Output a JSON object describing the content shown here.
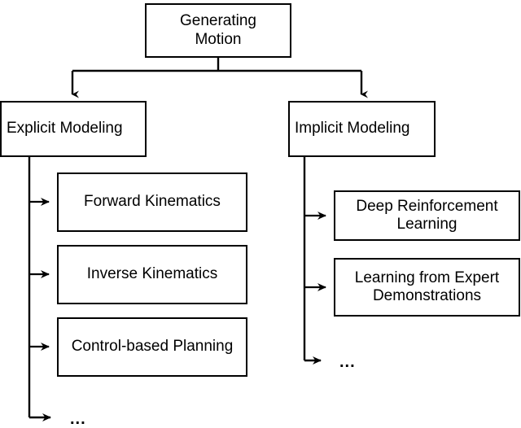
{
  "diagram": {
    "title": "Generating Motion taxonomy",
    "type": "tree",
    "line_color": "#000000",
    "box_border_color": "#000000",
    "background_color": "#ffffff",
    "text_color": "#000000",
    "root": {
      "id": "root",
      "label": "Generating\nMotion"
    },
    "branches": [
      {
        "id": "explicit",
        "label": "Explicit Modeling",
        "children": [
          {
            "id": "forward",
            "label": "Forward Kinematics"
          },
          {
            "id": "inverse",
            "label": "Inverse Kinematics"
          },
          {
            "id": "control",
            "label": "Control-based Planning"
          },
          {
            "id": "more-left",
            "label": "..."
          }
        ]
      },
      {
        "id": "implicit",
        "label": "Implicit Modeling",
        "children": [
          {
            "id": "drl",
            "label": "Deep Reinforcement\nLearning"
          },
          {
            "id": "lfd",
            "label": "Learning from Expert\nDemonstrations"
          },
          {
            "id": "more-right",
            "label": "..."
          }
        ]
      }
    ]
  }
}
